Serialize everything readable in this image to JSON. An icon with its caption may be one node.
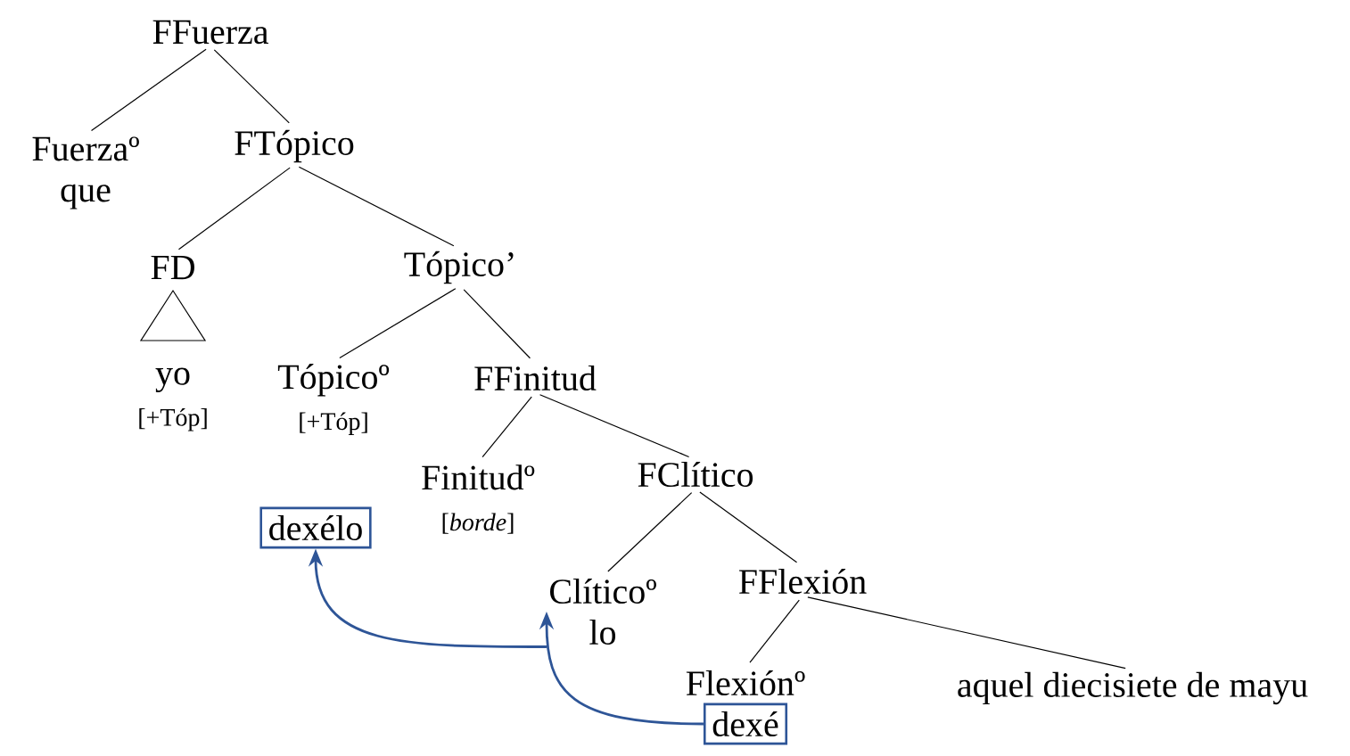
{
  "diagram": {
    "nodes": [
      {
        "text": [
          "FFuerza"
        ]
      },
      {
        "text": [
          "Fuerzaº",
          "que"
        ]
      },
      {
        "text": [
          "FTópico"
        ]
      },
      {
        "text": [
          "FD"
        ]
      },
      {
        "text": [
          "yo",
          "[+Tóp]"
        ]
      },
      {
        "text": [
          "Tópico’"
        ]
      },
      {
        "text": [
          "Tópicoº",
          "[+Tóp]"
        ]
      },
      {
        "text": [
          "FFinitud"
        ]
      },
      {
        "text": [
          "Finitudº",
          "[*borde*]"
        ]
      },
      {
        "text": [
          "FClítico"
        ]
      },
      {
        "text": [
          "dexélo"
        ]
      },
      {
        "text": [
          "Clíticoº",
          "lo"
        ]
      },
      {
        "text": [
          "FFlexión"
        ]
      },
      {
        "text": [
          "Flexiónº"
        ]
      },
      {
        "text": [
          "dexé"
        ]
      },
      {
        "text": [
          "aquel diecisiete de mayu"
        ]
      }
    ],
    "edges": [
      {
        "from": 0,
        "to": 1,
        "arrow": "none"
      },
      {
        "from": 0,
        "to": 2,
        "arrow": "none"
      },
      {
        "from": 2,
        "to": 3,
        "arrow": "none"
      },
      {
        "from": 2,
        "to": 5,
        "arrow": "none"
      },
      {
        "from": 5,
        "to": 6,
        "arrow": "none"
      },
      {
        "from": 5,
        "to": 7,
        "arrow": "none"
      },
      {
        "from": 7,
        "to": 8,
        "arrow": "none"
      },
      {
        "from": 7,
        "to": 9,
        "arrow": "none"
      },
      {
        "from": 9,
        "to": 11,
        "arrow": "none"
      },
      {
        "from": 9,
        "to": 12,
        "arrow": "none"
      },
      {
        "from": 12,
        "to": 13,
        "arrow": "none"
      },
      {
        "from": 12,
        "to": 15,
        "arrow": "none"
      },
      {
        "from": 14,
        "to": 11,
        "arrow": "to",
        "color": "#2e5597"
      },
      {
        "from": 11,
        "to": 10,
        "arrow": "to",
        "color": "#2e5597"
      }
    ]
  }
}
